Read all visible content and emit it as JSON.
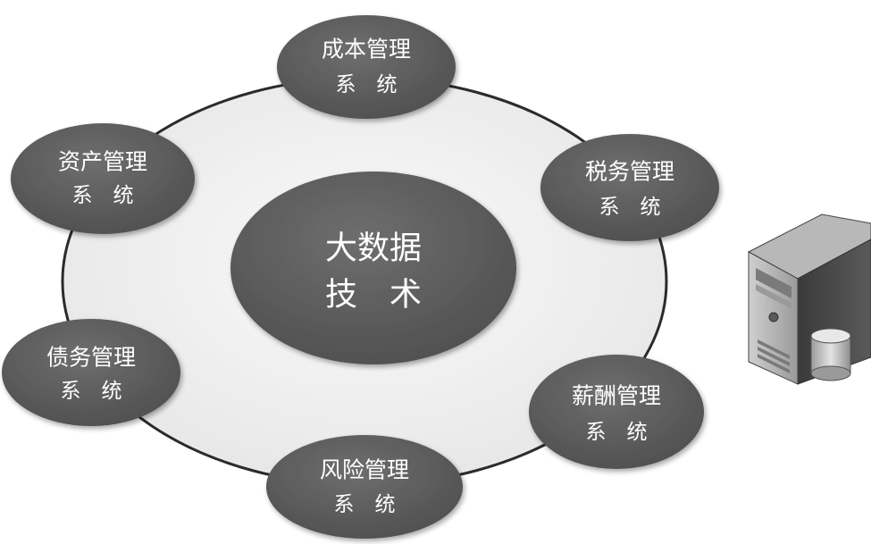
{
  "center": {
    "line1": "大数据",
    "line2": "技　术"
  },
  "nodes": [
    {
      "id": "cost",
      "title": "成本管理",
      "subtitle": "系　统"
    },
    {
      "id": "tax",
      "title": "税务管理",
      "subtitle": "系　统"
    },
    {
      "id": "salary",
      "title": "薪酬管理",
      "subtitle": "系　统"
    },
    {
      "id": "risk",
      "title": "风险管理",
      "subtitle": "系　统"
    },
    {
      "id": "debt",
      "title": "债务管理",
      "subtitle": "系　统"
    },
    {
      "id": "asset",
      "title": "资产管理",
      "subtitle": "系　统"
    }
  ],
  "icons": {
    "server": "server-icon",
    "database": "database-icon"
  },
  "colors": {
    "node_fill": "#5d5d5d",
    "ring_stroke": "#2b2b2b",
    "ring_fill": "#f2f2f2",
    "text": "#ffffff"
  }
}
